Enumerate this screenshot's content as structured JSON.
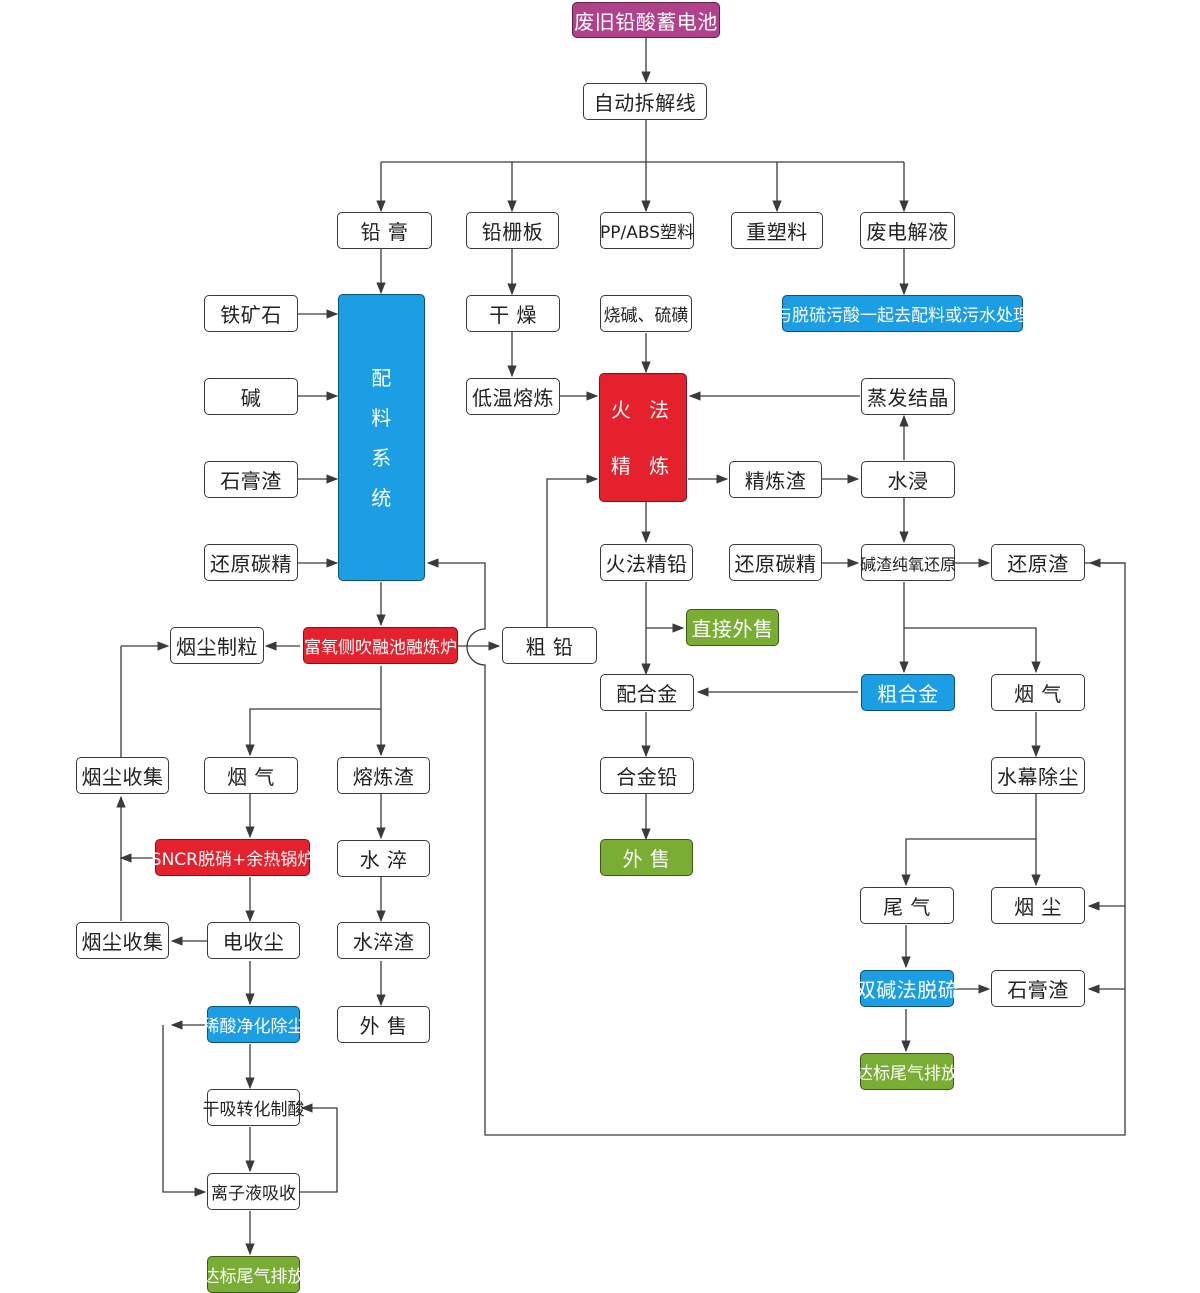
{
  "nodes": {
    "battery": "废旧铅酸蓄电池",
    "disassembly": "自动拆解线",
    "lead_paste": "铅 膏",
    "lead_grid": "铅栅板",
    "pp_abs": "PP/ABS塑料",
    "heavy_plastic": "重塑料",
    "waste_electrolyte": "废电解液",
    "electrolyte_treat": "与脱硫污酸一起去配料或污水处理",
    "iron_ore": "铁矿石",
    "alkali": "碱",
    "gypsum_slag_left": "石膏渣",
    "reduce_carbon_left": "还原碳精",
    "batching_chars": [
      "配",
      "料",
      "系",
      "统"
    ],
    "dry": "干 燥",
    "low_temp_melt": "低温熔炼",
    "caustic_sulfur": "烧碱、硫磺",
    "fire_refine_lines": [
      "火 法",
      "精 炼"
    ],
    "evaporate_crystal": "蒸发结晶",
    "refine_slag": "精炼渣",
    "water_leach": "水浸",
    "fire_refined_lead": "火法精铅",
    "reduce_carbon_right": "还原碳精",
    "alkali_slag_reduce": "碱渣纯氧还原",
    "reduction_slag": "还原渣",
    "dust_granulate": "烟尘制粒",
    "smelting_furnace": "富氧侧吹融池融炼炉",
    "crude_lead": "粗 铅",
    "direct_sale": "直接外售",
    "mixed_alloy": "配合金",
    "crude_alloy": "粗合金",
    "flue_gas_right": "烟 气",
    "dust_collect_top": "烟尘收集",
    "flue_gas_left": "烟 气",
    "melt_slag": "熔炼渣",
    "alloy_lead": "合金铅",
    "water_curtain": "水幕除尘",
    "sncr": "SNCR脱硝+余热锅炉",
    "water_quench": "水 淬",
    "sale_mid": "外 售",
    "tail_gas": "尾 气",
    "dust_right": "烟 尘",
    "dust_collect_bottom": "烟尘收集",
    "electrostatic": "电收尘",
    "quench_slag": "水淬渣",
    "double_alkali": "双碱法脱硫",
    "gypsum_slag_right": "石膏渣",
    "dilute_acid": "稀酸净化除尘",
    "sale_left": "外 售",
    "discharge_right": "达标尾气排放",
    "dry_absorb": "干吸转化制酸",
    "ionic_absorb": "离子液吸收",
    "discharge_left": "达标尾气排放"
  },
  "colors": {
    "line": "#3a3a3a",
    "purple": "#b0428c",
    "red": "#e5212d",
    "blue": "#1b9ee3",
    "green": "#7aad34"
  }
}
